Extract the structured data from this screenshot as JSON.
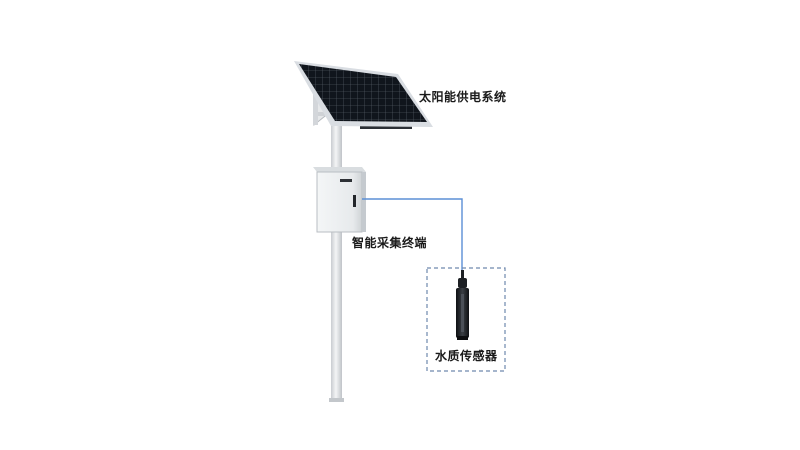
{
  "labels": {
    "solar_power_system": "太阳能供电系统",
    "smart_collection_terminal": "智能采集终端",
    "water_quality_sensor": "水质传感器"
  },
  "colors": {
    "connection_line": "#5b8fd6",
    "sensor_box_border": "#6f89ad",
    "panel_frame": "#d9dde2",
    "panel_cells": "#10151c",
    "pole": "#e3e5e8",
    "cabinet": "#eceff1",
    "sensor_body": "#1d2024"
  },
  "icons": {
    "solar_panel": "solar-panel-icon",
    "collection_terminal": "terminal-cabinet-icon",
    "water_sensor": "water-sensor-probe-icon"
  }
}
